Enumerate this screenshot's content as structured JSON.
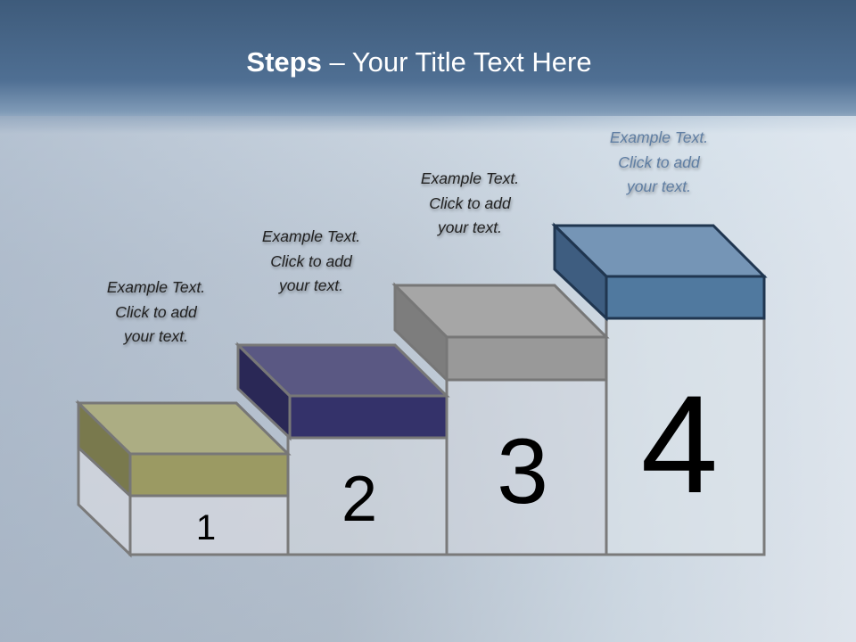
{
  "title": {
    "bold": "Steps",
    "rest": " – Your Title Text Here"
  },
  "steps": [
    {
      "number": "1",
      "lines": [
        "Example Text.",
        "Click  to add",
        "your text."
      ],
      "color": "#9b9a63"
    },
    {
      "number": "2",
      "lines": [
        "Example Text.",
        "Click  to add",
        "your text."
      ],
      "color": "#34326a"
    },
    {
      "number": "3",
      "lines": [
        "Example Text.",
        "Click  to add",
        "your text."
      ],
      "color": "#9a9a9a"
    },
    {
      "number": "4",
      "lines": [
        "Example Text.",
        "Click  to add",
        "your text."
      ],
      "color": "#50799f"
    }
  ]
}
